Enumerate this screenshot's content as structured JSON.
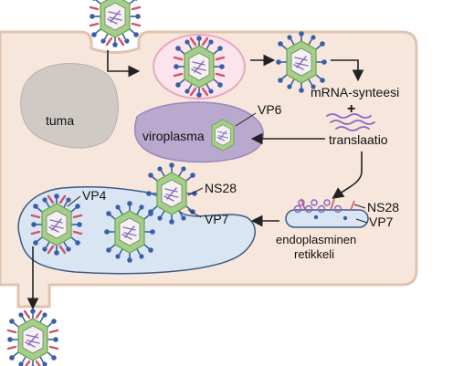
{
  "labels": {
    "nucleus": "tuma",
    "viroplasm": "viroplasma",
    "vp6": "VP6",
    "mrna_synthesis": "mRNA-synteesi",
    "plus_sign": "+",
    "translation": "translaatio",
    "ns28_left": "NS28",
    "vp4": "VP4",
    "vp7_left": "VP7",
    "ns28_right": "NS28",
    "vp7_right": "VP7",
    "er_line1": "endoplasminen",
    "er_line2": "retikkeli"
  },
  "colors": {
    "cell_fill": "#f7e6dc",
    "cell_border": "#e2c2ad",
    "vesicle_fill": "#fbe4ec",
    "vesicle_border": "#e7a9c0",
    "nucleus_fill": "#cfcac5",
    "viroplasm_fill": "#b9a9cf",
    "viroplasm_border": "#9d87bd",
    "er_fill": "#d9e5f2",
    "er_border": "#3a5a86",
    "capsid_outer": "#a4cf86",
    "capsid_inner": "#f4f2ee",
    "spike_red": "#d5506a",
    "spike_blue": "#3a5fa8",
    "rna_purple": "#8a69c2",
    "arrow": "#222222"
  }
}
